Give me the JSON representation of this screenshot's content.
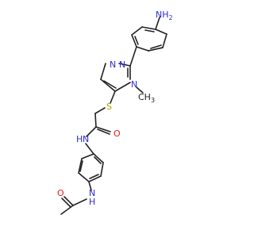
{
  "molecule": {
    "atom_labels": {
      "nh2_top": "NH",
      "nh2_top_sub": "2",
      "n_left": "N",
      "n_right": "N",
      "n_methyl": "N",
      "methyl": "CH",
      "methyl_sub": "3",
      "sulfur": "S",
      "oxygen_carbonyl": "O",
      "amide_nh": "H",
      "amide_n": "N",
      "acet_nh": "H",
      "acet_n": "N",
      "oxygen_acetyl": "O"
    },
    "colors": {
      "bond": "#222222",
      "nitrogen": "#2a2ad8",
      "oxygen": "#e0201f",
      "sulfur": "#b3a300",
      "carbon": "#222222"
    }
  }
}
